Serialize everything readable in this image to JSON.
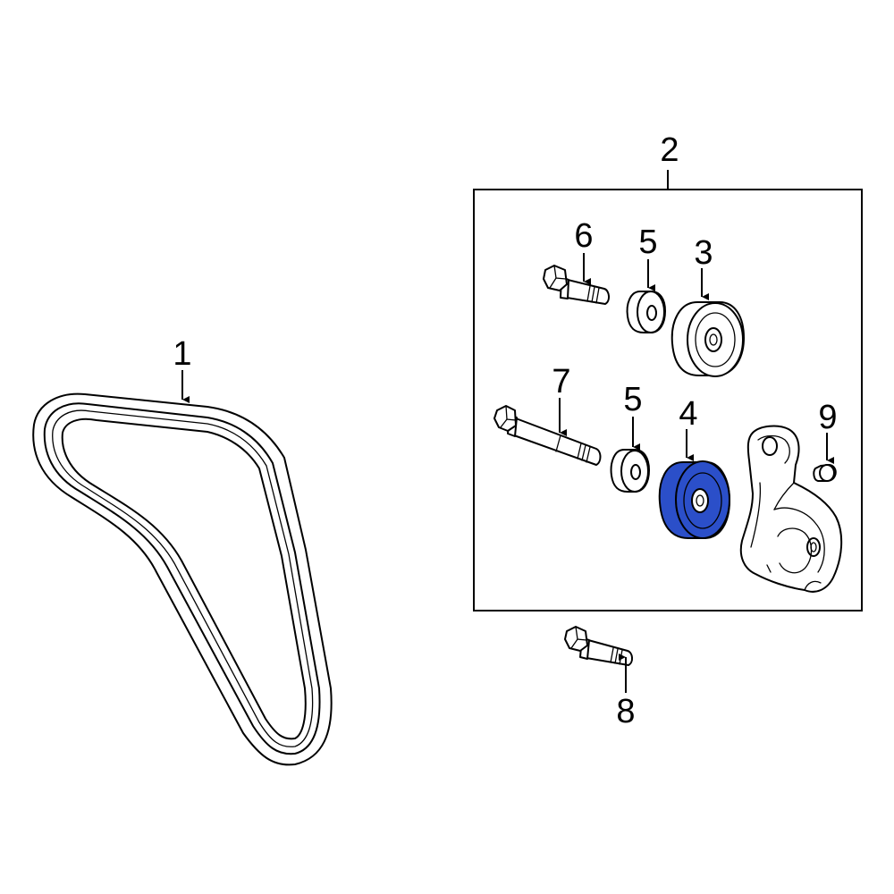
{
  "diagram": {
    "callouts": {
      "belt": "1",
      "tensioner_kit": "2",
      "idler_pulley_upper": "3",
      "idler_pulley_lower": "4",
      "spacer_upper": "5",
      "spacer_lower": "5",
      "bolt_short": "6",
      "bolt_long": "7",
      "bolt_bottom": "8",
      "dowel_pin": "9"
    },
    "colors": {
      "line": "#000000",
      "background": "#ffffff",
      "highlight": "#2b4fc9"
    },
    "highlighted_part": "4"
  }
}
